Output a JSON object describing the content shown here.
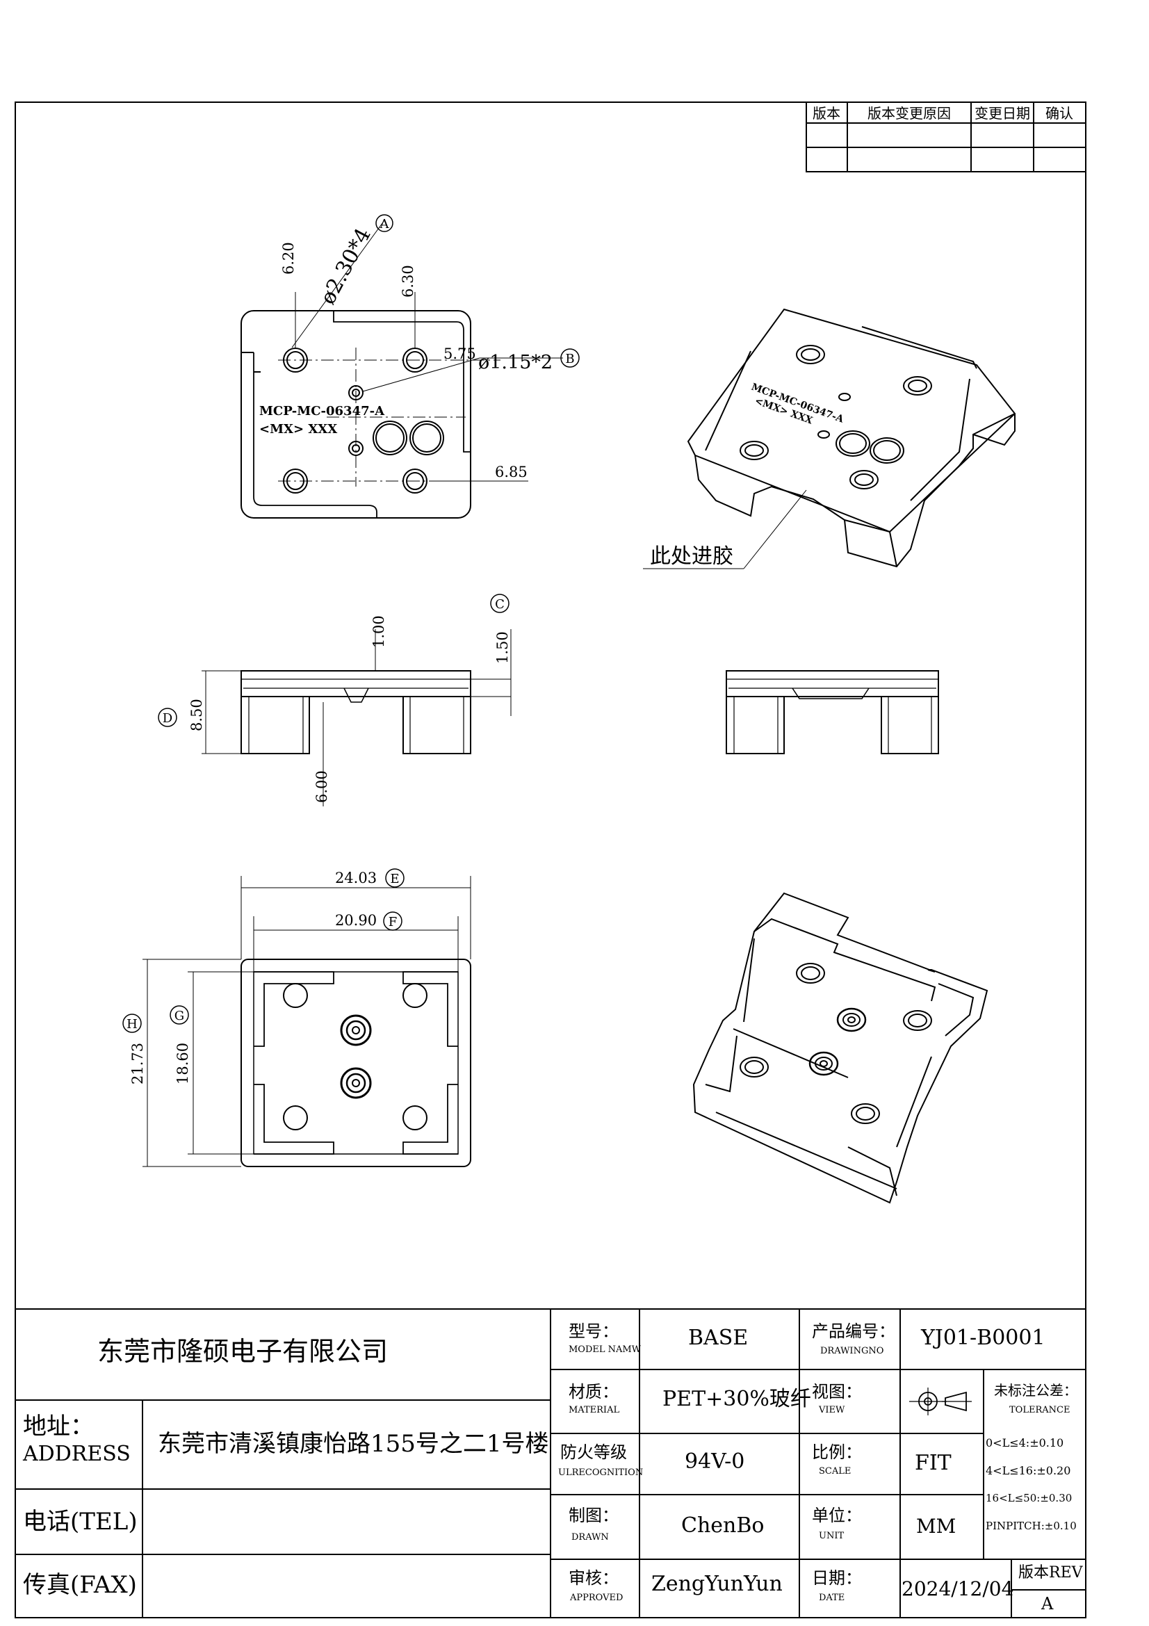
{
  "revision_table": {
    "headers": [
      "版本",
      "版本变更原因",
      "变更日期",
      "确认"
    ]
  },
  "dimensions": {
    "d_6_20": "6.20",
    "d_hole4": "ø2.30*4",
    "d_6_30": "6.30",
    "d_5_75": "5.75",
    "d_hole2": "ø1.15*2",
    "d_6_85": "6.85",
    "d_1_00": "1.00",
    "d_1_50": "1.50",
    "d_8_50": "8.50",
    "d_6_00": "6.00",
    "d_24_03": "24.03",
    "d_20_90": "20.90",
    "d_21_73": "21.73",
    "d_18_60": "18.60"
  },
  "balloons": {
    "a": "A",
    "b": "B",
    "c": "C",
    "d": "D",
    "e": "E",
    "f": "F",
    "g": "G",
    "h": "H"
  },
  "part_marking": {
    "line1": "MCP-MC-06347-A",
    "line2": "<MX> XXX"
  },
  "callout": {
    "gate": "此处进胶"
  },
  "title_block": {
    "company": "东莞市隆硕电子有限公司",
    "address_label_cn": "地址：",
    "address_label_en": "ADDRESS",
    "address": "东莞市清溪镇康怡路155号之二1号楼",
    "tel_label": "电话(TEL)",
    "fax_label": "传真(FAX)",
    "model_label_cn": "型号：",
    "model_label_en": "MODEL NAMW",
    "model": "BASE",
    "material_label_cn": "材质：",
    "material_label_en": "MATERIAL",
    "material": "PET+30%玻纤",
    "fire_label_cn": "防火等级",
    "fire_label_en": "ULRECOGNITION",
    "fire": "94V-0",
    "drawn_label_cn": "制图：",
    "drawn_label_en": "DRAWN",
    "drawn": "ChenBo",
    "approved_label_cn": "审核：",
    "approved_label_en": "APPROVED",
    "approved": "ZengYunYun",
    "drawingno_label_cn": "产品编号：",
    "drawingno_label_en": "DRAWINGNO",
    "drawingno": "YJ01-B0001",
    "view_label_cn": "视图：",
    "view_label_en": "VIEW",
    "scale_label_cn": "比例：",
    "scale_label_en": "SCALE",
    "scale": "FIT",
    "unit_label_cn": "单位：",
    "unit_label_en": "UNIT",
    "unit": "MM",
    "date_label_cn": "日期：",
    "date_label_en": "DATE",
    "date": "2024/12/04",
    "tolerance_label_cn": "未标注公差：",
    "tolerance_label_en": "TOLERANCE",
    "tol1": "0<L≤4:±0.10",
    "tol2": "4<L≤16:±0.20",
    "tol3": "16<L≤50:±0.30",
    "tol4": "PINPITCH:±0.10",
    "revision_label": "版本REV",
    "revision": "A"
  }
}
